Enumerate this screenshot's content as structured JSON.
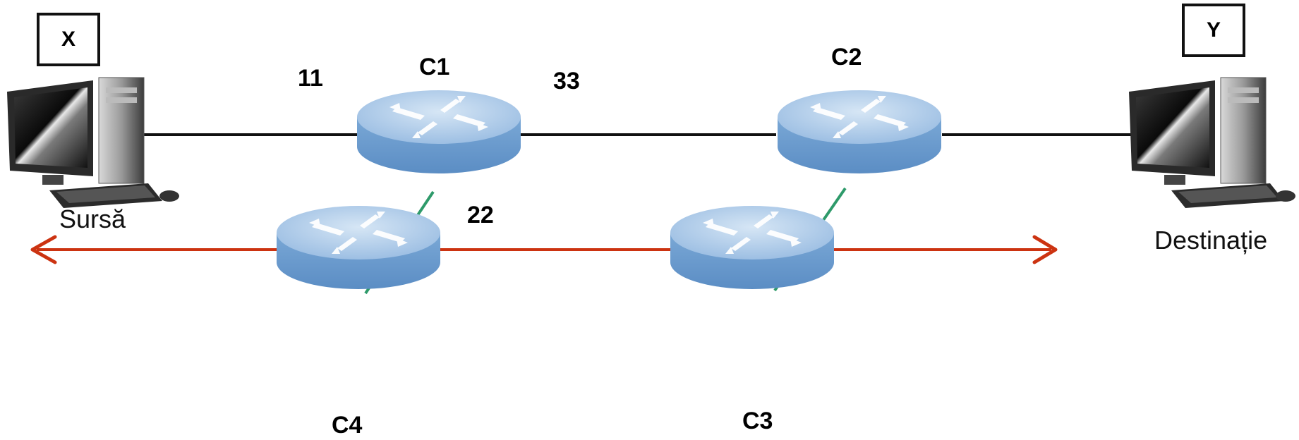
{
  "hosts": {
    "source": {
      "box_label": "X",
      "caption": "Sursă"
    },
    "destination": {
      "box_label": "Y",
      "caption": "Destinație"
    }
  },
  "routers": {
    "c1": "C1",
    "c2": "C2",
    "c3": "C3",
    "c4": "C4"
  },
  "link_labels": {
    "x_c1": "11",
    "c1_c2": "33",
    "c1_c4": "22"
  },
  "colors": {
    "wired_link": "#111111",
    "router_link": "#2e9a6a",
    "bidirectional_link": "#cc3311",
    "router_top": "#a9c8e8",
    "router_side": "#6f9fd0"
  }
}
